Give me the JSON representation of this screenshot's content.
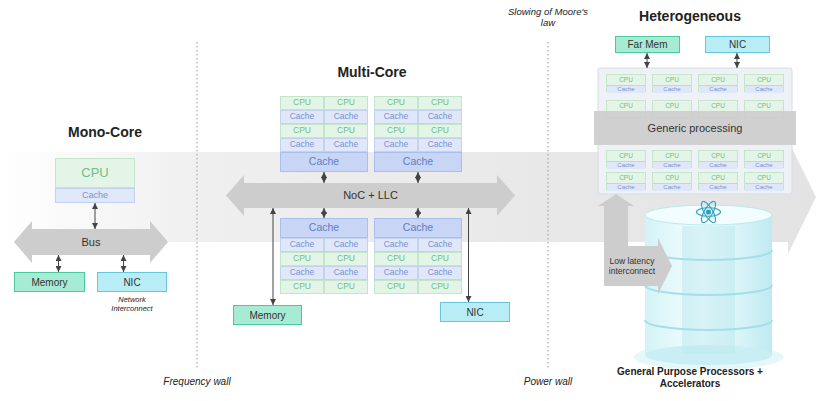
{
  "diagram": {
    "nodes": [
      {
        "text": [
          "CPU"
        ]
      },
      {
        "text": [
          "Cache"
        ]
      },
      {
        "text": [
          "Bus"
        ]
      },
      {
        "text": [
          "Memory"
        ]
      },
      {
        "text": [
          "NIC"
        ]
      },
      {
        "text": [
          "CPU"
        ]
      },
      {
        "text": [
          "CPU"
        ]
      },
      {
        "text": [
          "Cache"
        ]
      },
      {
        "text": [
          "Cache"
        ]
      },
      {
        "text": [
          "CPU"
        ]
      },
      {
        "text": [
          "CPU"
        ]
      },
      {
        "text": [
          "Cache"
        ]
      },
      {
        "text": [
          "Cache"
        ]
      },
      {
        "text": [
          "Cache"
        ]
      },
      {
        "text": [
          "CPU"
        ]
      },
      {
        "text": [
          "CPU"
        ]
      },
      {
        "text": [
          "Cache"
        ]
      },
      {
        "text": [
          "Cache"
        ]
      },
      {
        "text": [
          "CPU"
        ]
      },
      {
        "text": [
          "CPU"
        ]
      },
      {
        "text": [
          "Cache"
        ]
      },
      {
        "text": [
          "Cache"
        ]
      },
      {
        "text": [
          "Cache"
        ]
      },
      {
        "text": [
          "NoC + LLC"
        ]
      },
      {
        "text": [
          "Cache"
        ]
      },
      {
        "text": [
          "Cache"
        ]
      },
      {
        "text": [
          "Cache"
        ]
      },
      {
        "text": [
          "CPU"
        ]
      },
      {
        "text": [
          "CPU"
        ]
      },
      {
        "text": [
          "Cache"
        ]
      },
      {
        "text": [
          "Cache"
        ]
      },
      {
        "text": [
          "CPU"
        ]
      },
      {
        "text": [
          "CPU"
        ]
      },
      {
        "text": [
          "Cache"
        ]
      },
      {
        "text": [
          "Cache"
        ]
      },
      {
        "text": [
          "Cache"
        ]
      },
      {
        "text": [
          "CPU"
        ]
      },
      {
        "text": [
          "CPU"
        ]
      },
      {
        "text": [
          "Cache"
        ]
      },
      {
        "text": [
          "Cache"
        ]
      },
      {
        "text": [
          "CPU"
        ]
      },
      {
        "text": [
          "CPU"
        ]
      },
      {
        "text": [
          "Memory"
        ]
      },
      {
        "text": [
          "NIC"
        ]
      },
      {
        "text": [
          "Far Mem"
        ]
      },
      {
        "text": [
          "NIC"
        ]
      },
      {
        "text": [
          "CPU",
          "Cache"
        ]
      },
      {
        "text": [
          "CPU",
          "Cache"
        ]
      },
      {
        "text": [
          "CPU",
          "Cache"
        ]
      },
      {
        "text": [
          "CPU",
          "Cache"
        ]
      },
      {
        "text": [
          "CPU"
        ]
      },
      {
        "text": [
          "CPU"
        ]
      },
      {
        "text": [
          "CPU"
        ]
      },
      {
        "text": [
          "CPU"
        ]
      },
      {
        "text": [
          "Generic processing"
        ]
      },
      {
        "text": [
          "CPU",
          "Cache"
        ]
      },
      {
        "text": [
          "CPU",
          "Cache"
        ]
      },
      {
        "text": [
          "CPU",
          "Cache"
        ]
      },
      {
        "text": [
          "CPU",
          "Cache"
        ]
      },
      {
        "text": [
          "CPU",
          "Cache"
        ]
      },
      {
        "text": [
          "CPU",
          "Cache"
        ]
      },
      {
        "text": [
          "CPU",
          "Cache"
        ]
      },
      {
        "text": [
          "CPU",
          "Cache"
        ]
      },
      {
        "text": [
          "Low latency interconnect"
        ]
      }
    ],
    "edges": [
      {
        "from": 1,
        "to": 2,
        "arrow": "both"
      },
      {
        "from": 2,
        "to": 3,
        "arrow": "both"
      },
      {
        "from": 2,
        "to": 4,
        "arrow": "both"
      },
      {
        "from": 13,
        "to": 23,
        "arrow": "both"
      },
      {
        "from": 22,
        "to": 23,
        "arrow": "both"
      },
      {
        "from": 23,
        "to": 24,
        "arrow": "both"
      },
      {
        "from": 23,
        "to": 33,
        "arrow": "both"
      },
      {
        "from": 23,
        "to": 42,
        "arrow": "both"
      },
      {
        "from": 23,
        "to": 43,
        "arrow": "both"
      }
    ],
    "labels": [
      "Mono-Core",
      "Network Interconnect",
      "Frequency wall",
      "Multi-Core",
      "Slowing of Moore's law",
      "Power wall",
      "Heterogeneous",
      "General Purpose Processors + Accelerators"
    ]
  }
}
